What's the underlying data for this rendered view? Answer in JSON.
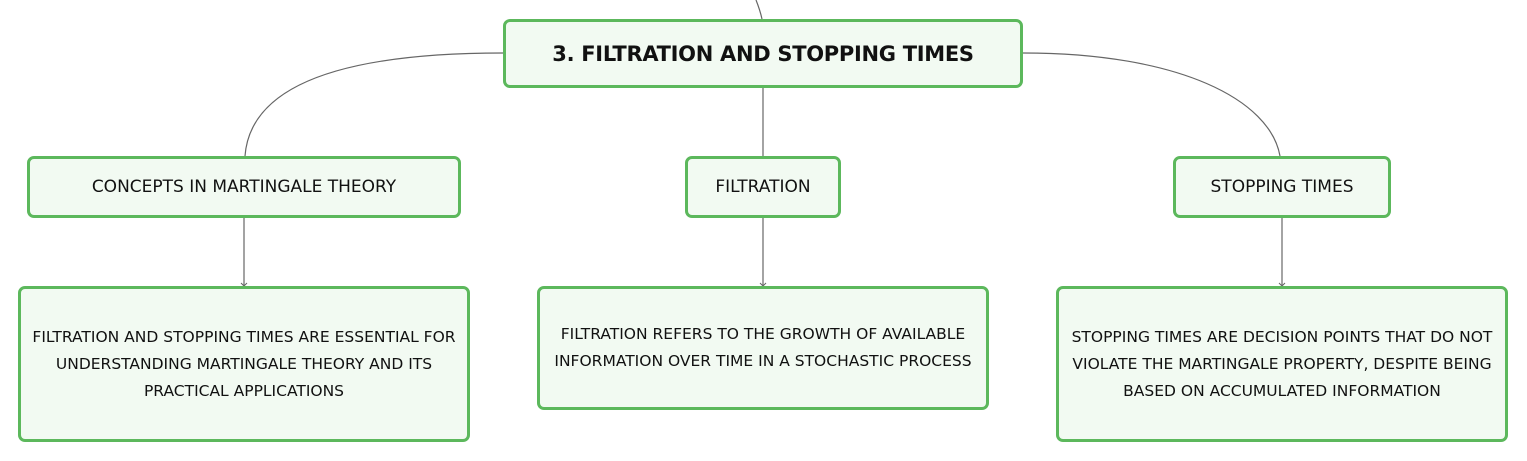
{
  "mindmap": {
    "root": "3. FILTRATION AND STOPPING TIMES",
    "branches": [
      {
        "title": "CONCEPTS IN MARTINGALE THEORY",
        "detail": "FILTRATION AND STOPPING TIMES ARE ESSENTIAL FOR UNDERSTANDING MARTINGALE THEORY AND ITS PRACTICAL APPLICATIONS"
      },
      {
        "title": "FILTRATION",
        "detail": "FILTRATION REFERS TO THE GROWTH OF AVAILABLE INFORMATION OVER TIME IN A STOCHASTIC PROCESS"
      },
      {
        "title": "STOPPING TIMES",
        "detail": "STOPPING TIMES ARE DECISION POINTS THAT DO NOT VIOLATE THE MARTINGALE PROPERTY, DESPITE BEING BASED ON ACCUMULATED INFORMATION"
      }
    ]
  },
  "colors": {
    "node_border": "#5cb85c",
    "node_fill": "#f2faf2",
    "connector": "#666666"
  }
}
